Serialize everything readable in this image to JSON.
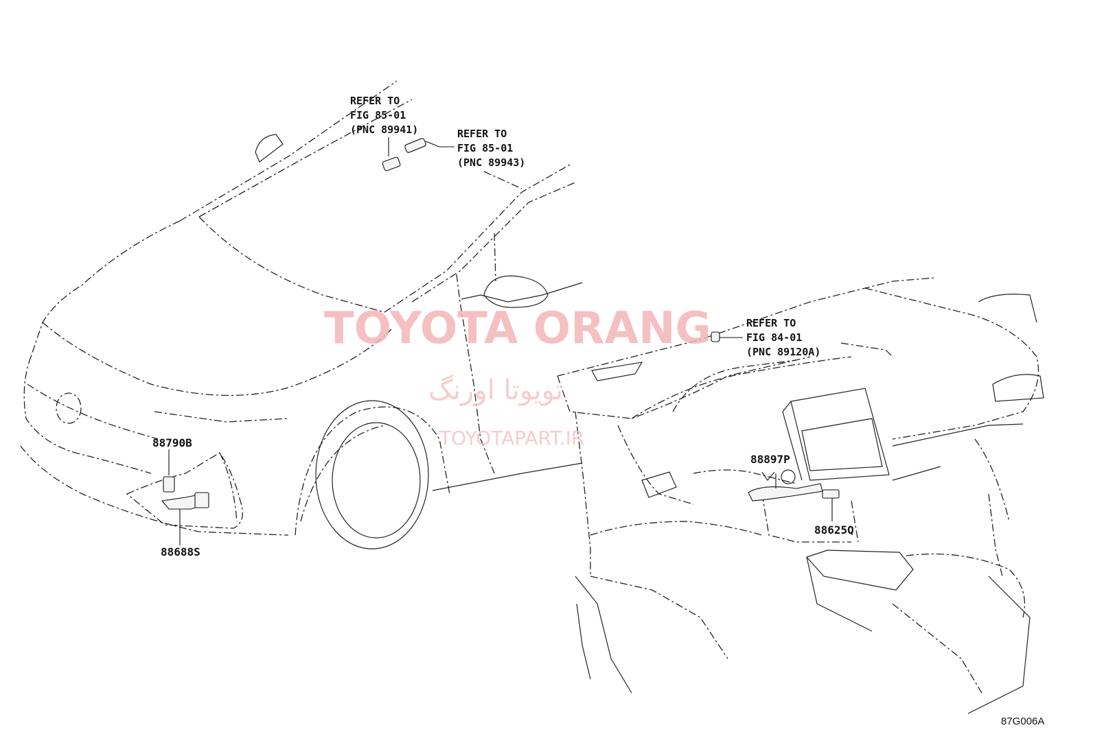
{
  "watermark": {
    "brand": "TOYOTA ORANG",
    "brand_fa": "تویوتا اورنگ",
    "site": "TOYOTAPART.IR"
  },
  "callouts": [
    {
      "id": "ref-89941",
      "lines": [
        "REFER TO",
        "FIG 85-01",
        "(PNC 89941)"
      ]
    },
    {
      "id": "ref-89943",
      "lines": [
        "REFER TO",
        "FIG 85-01",
        "(PNC 89943)"
      ]
    },
    {
      "id": "ref-89120a",
      "lines": [
        "REFER TO",
        "FIG 84-01",
        "(PNC 89120A)"
      ]
    }
  ],
  "part_numbers": {
    "p88790b": "88790B",
    "p88688s": "88688S",
    "p88897p": "88897P",
    "p88625q": "88625Q"
  },
  "figure_id": "87G006A"
}
